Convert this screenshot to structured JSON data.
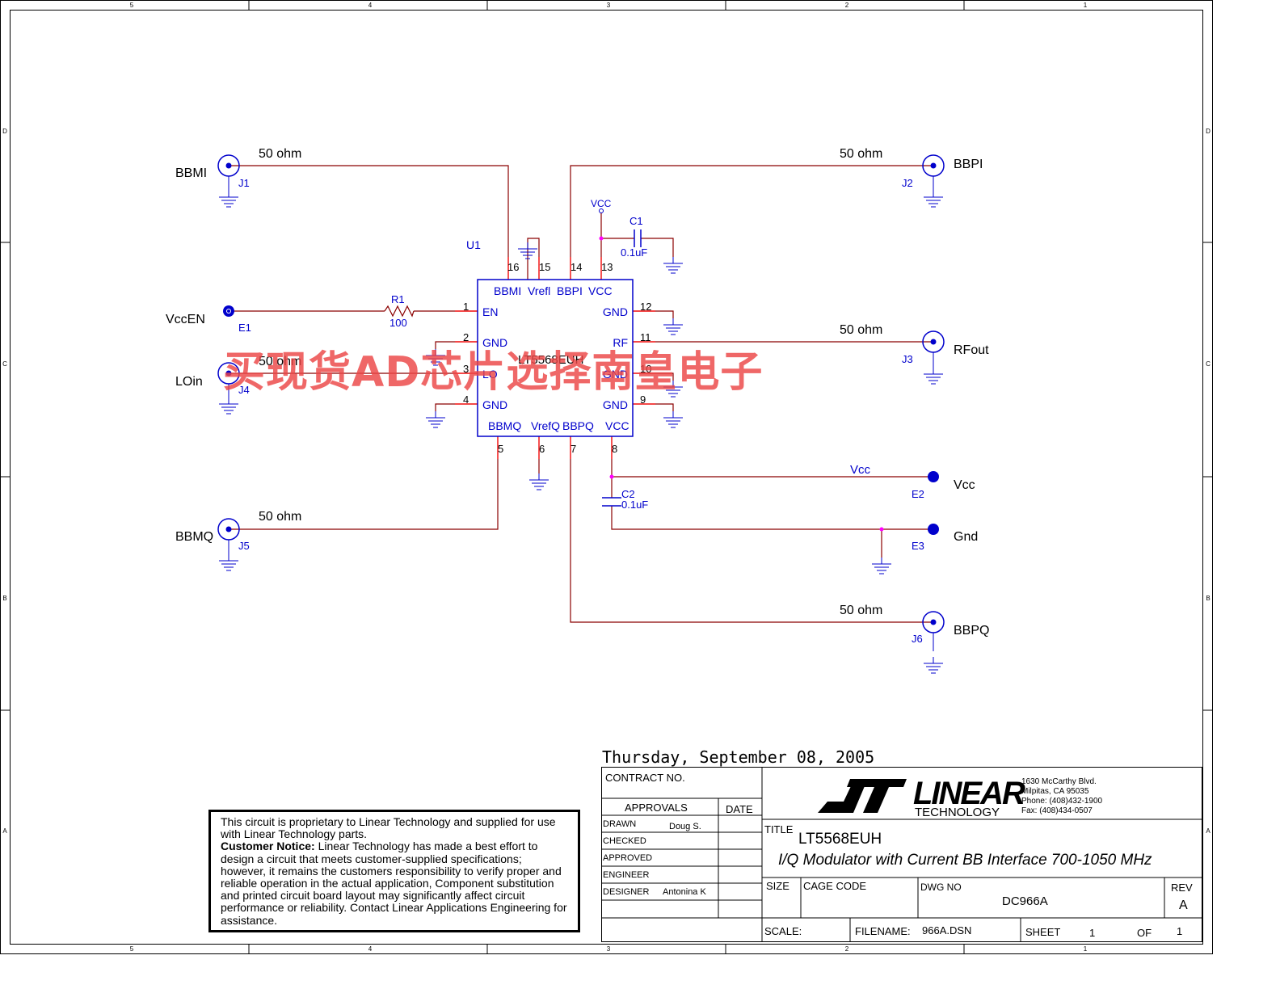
{
  "zones": {
    "cols": [
      "5",
      "4",
      "3",
      "2",
      "1"
    ],
    "rows": [
      "D",
      "C",
      "B",
      "A"
    ]
  },
  "colors": {
    "wire": "#8b0000",
    "pin": "#ff0000",
    "part": "#0000cc",
    "ground": "#0000cc",
    "junction": "#ff00ff",
    "border": "#000000",
    "watermark": "#eb4646"
  },
  "ic": {
    "ref": "U1",
    "part": "LT5568EUH",
    "pins_top": [
      {
        "num": "16",
        "name": "BBMI"
      },
      {
        "num": "15",
        "name": "Vrefl"
      },
      {
        "num": "14",
        "name": "BBPI"
      },
      {
        "num": "13",
        "name": "VCC"
      }
    ],
    "pins_left": [
      {
        "num": "1",
        "name": "EN"
      },
      {
        "num": "2",
        "name": "GND"
      },
      {
        "num": "3",
        "name": "LO"
      },
      {
        "num": "4",
        "name": "GND"
      }
    ],
    "pins_right": [
      {
        "num": "12",
        "name": "GND"
      },
      {
        "num": "11",
        "name": "RF"
      },
      {
        "num": "10",
        "name": "GND"
      },
      {
        "num": "9",
        "name": "GND"
      }
    ],
    "pins_bottom": [
      {
        "num": "5",
        "name": "BBMQ"
      },
      {
        "num": "6",
        "name": "VrefQ"
      },
      {
        "num": "7",
        "name": "BBPQ"
      },
      {
        "num": "8",
        "name": "VCC"
      }
    ]
  },
  "connectors": {
    "j1": {
      "net": "BBMI",
      "ref": "J1",
      "impedance": "50 ohm"
    },
    "j2": {
      "net": "BBPI",
      "ref": "J2",
      "impedance": "50 ohm"
    },
    "j3": {
      "net": "RFout",
      "ref": "J3",
      "impedance": "50 ohm"
    },
    "j4": {
      "net": "LOin",
      "ref": "J4",
      "impedance": "50 ohm"
    },
    "j5": {
      "net": "BBMQ",
      "ref": "J5",
      "impedance": "50 ohm"
    },
    "j6": {
      "net": "BBPQ",
      "ref": "J6",
      "impedance": "50 ohm"
    }
  },
  "terminals": {
    "e1": {
      "net": "VccEN",
      "ref": "E1"
    },
    "e2": {
      "net": "Vcc",
      "ref": "E2",
      "wire_label": "Vcc"
    },
    "e3": {
      "net": "Gnd",
      "ref": "E3"
    }
  },
  "components": {
    "r1": {
      "ref": "R1",
      "value": "100"
    },
    "c1": {
      "ref": "C1",
      "value": "0.1uF"
    },
    "c2": {
      "ref": "C2",
      "value": "0.1uF"
    },
    "vcc_port": "VCC"
  },
  "watermark": "买现货AD芯片选择南皇电子",
  "title_block": {
    "date": "Thursday, September 08, 2005",
    "contract_label": "CONTRACT NO.",
    "approvals_label": "APPROVALS",
    "date_label": "DATE",
    "rows": [
      {
        "label": "DRAWN",
        "value": "Doug S."
      },
      {
        "label": "CHECKED",
        "value": ""
      },
      {
        "label": "APPROVED",
        "value": ""
      },
      {
        "label": "ENGINEER",
        "value": ""
      },
      {
        "label": "DESIGNER",
        "value": "Antonina K"
      }
    ],
    "logo_text": "LINEAR",
    "logo_sub": "TECHNOLOGY",
    "address": [
      "1630 McCarthy Blvd.",
      "Milpitas, CA 95035",
      "Phone: (408)432-1900",
      "Fax: (408)434-0507"
    ],
    "title_label": "TITLE",
    "title": "LT5568EUH",
    "subtitle": "I/Q Modulator with Current BB Interface  700-1050 MHz",
    "size_label": "SIZE",
    "cage_label": "CAGE CODE",
    "dwg_label": "DWG NO",
    "dwg_no": "DC966A",
    "rev_label": "REV",
    "rev": "A",
    "scale_label": "SCALE:",
    "filename_label": "FILENAME:",
    "filename": "966A.DSN",
    "sheet_label": "SHEET",
    "sheet": "1",
    "of_label": "OF",
    "of": "1"
  },
  "notice": {
    "line1": "This circuit is proprietary to Linear Technology and supplied for use with Linear Technology parts.",
    "heading": "Customer Notice:",
    "body": "Linear Technology has made a best effort to design a circuit that meets customer-supplied specifications; however, it remains the customers responsibility to verify proper and reliable operation in the actual application, Component substitution and printed circuit board layout may significantly affect circuit performance or reliability. Contact Linear Applications Engineering for assistance."
  }
}
